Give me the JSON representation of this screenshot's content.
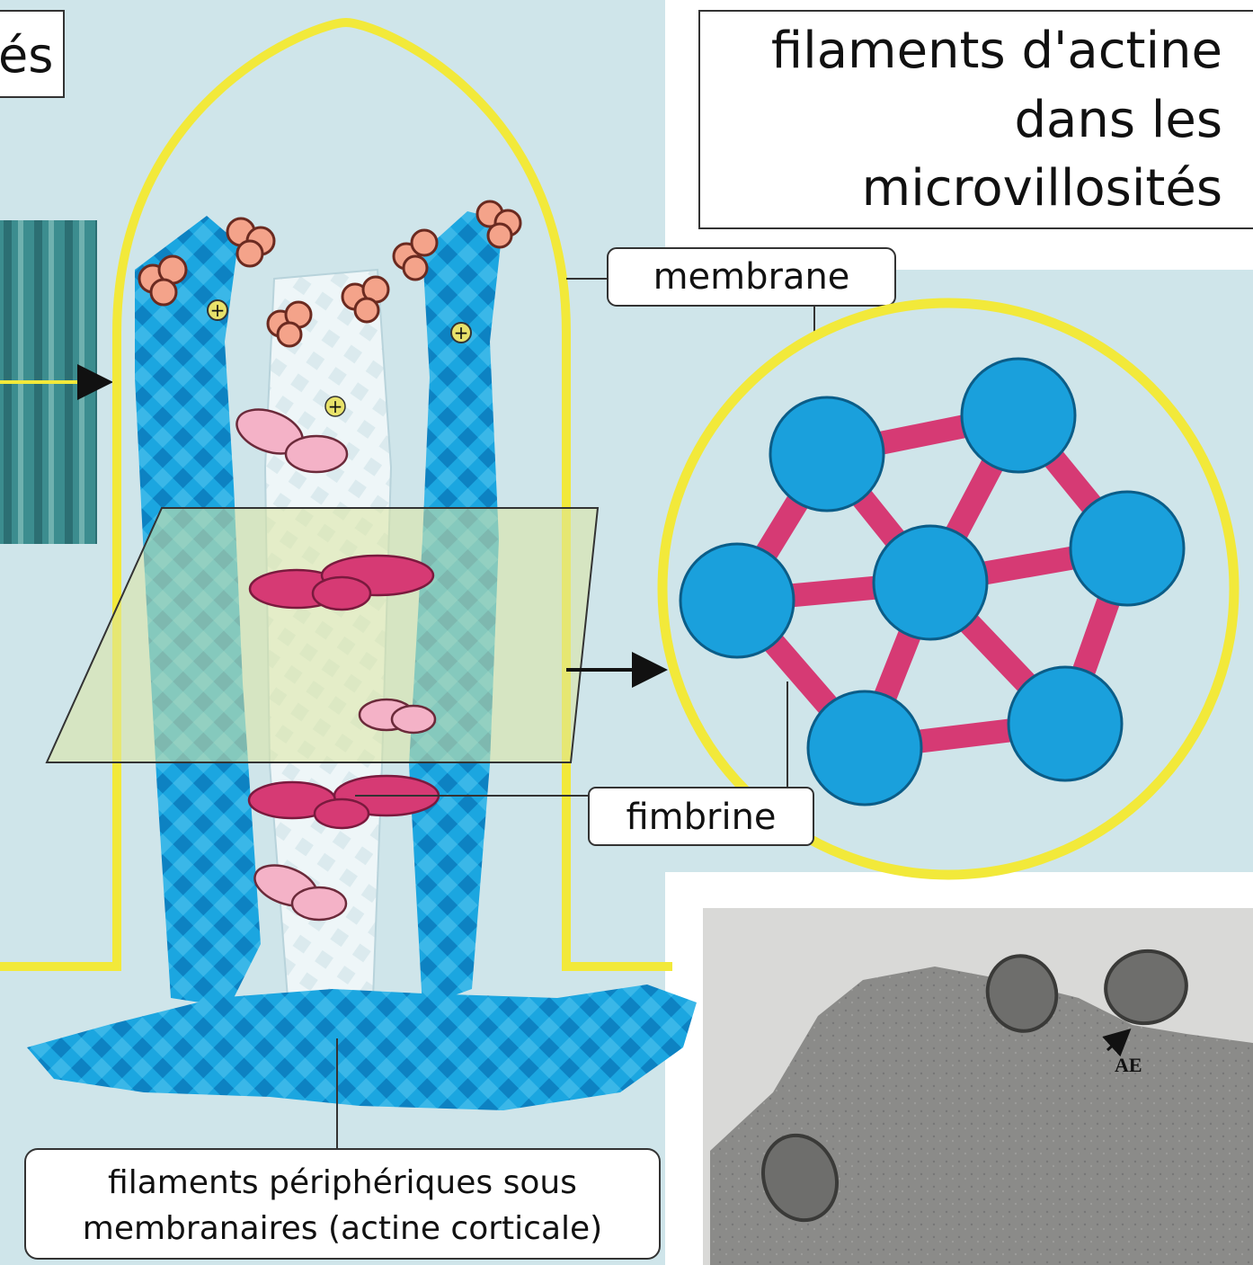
{
  "diagram": {
    "top_left_fragment": "és",
    "title": {
      "line1": "filaments d'actine",
      "line2": "dans les",
      "line3": "microvillosités"
    },
    "labels": {
      "membrane": "membrane",
      "fimbrine": "fimbrine",
      "peripheral_line1": "filaments périphériques sous",
      "peripheral_line2": "membranaires (actine corticale)"
    },
    "plus_sign": "+",
    "micrograph_label": "AE",
    "colors": {
      "background": "#cfe5ea",
      "membrane": "#f2e93a",
      "actin": "#1aa0dc",
      "actin_dark": "#0d7fb8",
      "actin_pale": "#eaf3f5",
      "fimbrin": "#d63a74",
      "myosin_pink": "#f4b2c7",
      "cap": "#f4a38a",
      "section_plane": "#dce6a0"
    }
  }
}
